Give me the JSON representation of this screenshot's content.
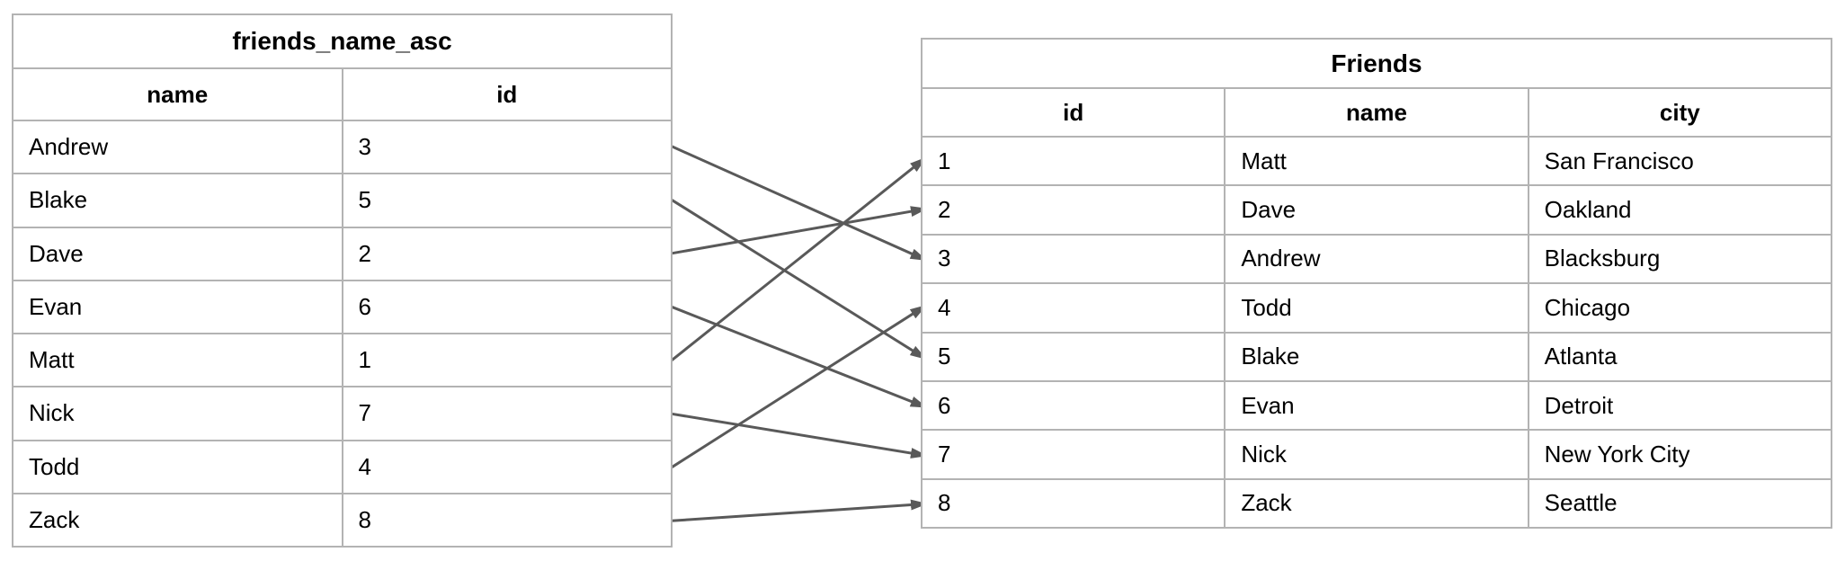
{
  "colors": {
    "background": "#ffffff",
    "table_border": "#b3b3b3",
    "text": "#000000",
    "arrow": "#595959"
  },
  "index_table": {
    "title": "friends_name_asc",
    "columns": [
      "name",
      "id"
    ],
    "rows": [
      [
        "Andrew",
        "3"
      ],
      [
        "Blake",
        "5"
      ],
      [
        "Dave",
        "2"
      ],
      [
        "Evan",
        "6"
      ],
      [
        "Matt",
        "1"
      ],
      [
        "Nick",
        "7"
      ],
      [
        "Todd",
        "4"
      ],
      [
        "Zack",
        "8"
      ]
    ]
  },
  "friends_table": {
    "title": "Friends",
    "columns": [
      "id",
      "name",
      "city"
    ],
    "rows": [
      [
        "1",
        "Matt",
        "San Francisco"
      ],
      [
        "2",
        "Dave",
        "Oakland"
      ],
      [
        "3",
        "Andrew",
        "Blacksburg"
      ],
      [
        "4",
        "Todd",
        "Chicago"
      ],
      [
        "5",
        "Blake",
        "Atlanta"
      ],
      [
        "6",
        "Evan",
        "Detroit"
      ],
      [
        "7",
        "Nick",
        "New York City"
      ],
      [
        "8",
        "Zack",
        "Seattle"
      ]
    ]
  },
  "arrows": {
    "mappings": [
      {
        "from_name": "Andrew",
        "to_id": "3"
      },
      {
        "from_name": "Blake",
        "to_id": "5"
      },
      {
        "from_name": "Dave",
        "to_id": "2"
      },
      {
        "from_name": "Evan",
        "to_id": "6"
      },
      {
        "from_name": "Matt",
        "to_id": "1"
      },
      {
        "from_name": "Nick",
        "to_id": "7"
      },
      {
        "from_name": "Todd",
        "to_id": "4"
      },
      {
        "from_name": "Zack",
        "to_id": "8"
      }
    ]
  }
}
